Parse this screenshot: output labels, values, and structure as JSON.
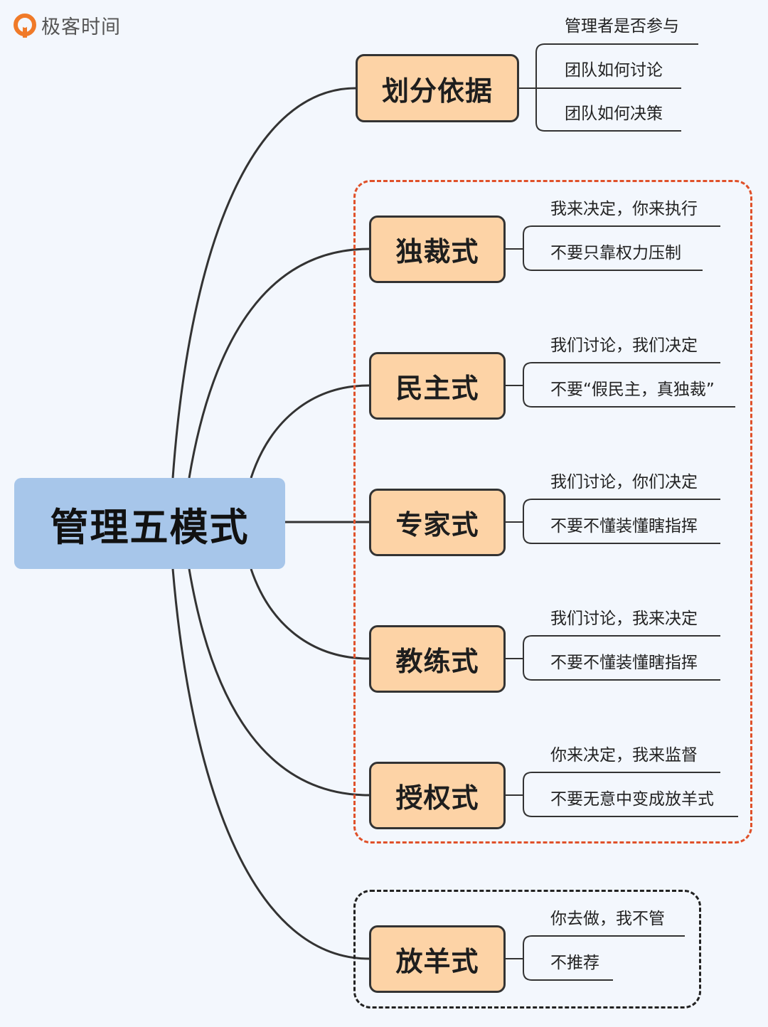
{
  "logo": {
    "icon": "geektime-logo-icon",
    "text": "极客时间",
    "color": "#f07a28"
  },
  "central": {
    "label": "管理五模式",
    "color": "#a7c6ea"
  },
  "criteria": {
    "label": "划分依据",
    "items": [
      "管理者是否参与",
      "团队如何讨论",
      "团队如何决策"
    ]
  },
  "groups": {
    "recommended_border": "#e0512a",
    "not_recommended_border": "#222222"
  },
  "modes": [
    {
      "label": "独裁式",
      "lines": [
        "我来决定，你来执行",
        "不要只靠权力压制"
      ]
    },
    {
      "label": "民主式",
      "lines": [
        "我们讨论，我们决定",
        "不要“假民主，真独裁”"
      ]
    },
    {
      "label": "专家式",
      "lines": [
        "我们讨论，你们决定",
        "不要不懂装懂瞎指挥"
      ]
    },
    {
      "label": "教练式",
      "lines": [
        "我们讨论，我来决定",
        "不要不懂装懂瞎指挥"
      ]
    },
    {
      "label": "授权式",
      "lines": [
        "你来决定，我来监督",
        "不要无意中变成放羊式"
      ]
    },
    {
      "label": "放羊式",
      "lines": [
        "你去做，我不管",
        "不推荐"
      ]
    }
  ],
  "colors": {
    "node_fill": "#fdd3a6",
    "background": "#f3f7fd",
    "line": "#333333"
  }
}
